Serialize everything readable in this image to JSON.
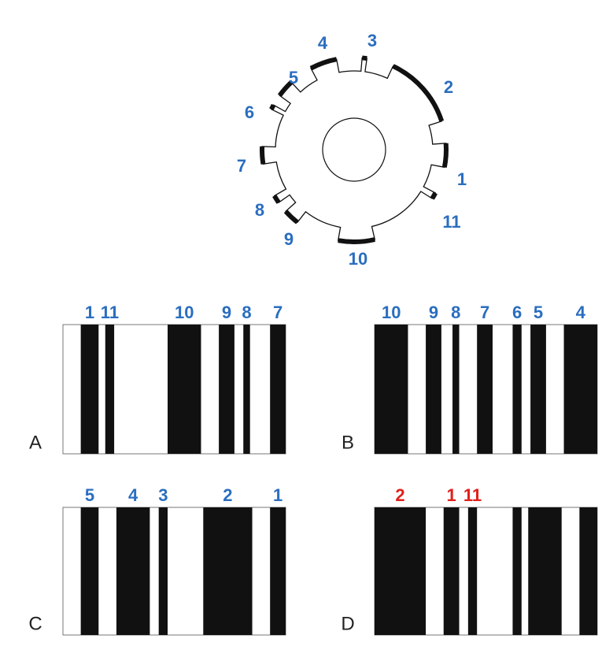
{
  "colors": {
    "label_blue": "#2a6ebf",
    "label_red": "#e0201b",
    "bar": "#111111",
    "outline": "#555555"
  },
  "wheel": {
    "tooth_labels": [
      "1",
      "2",
      "3",
      "4",
      "5",
      "6",
      "7",
      "8",
      "9",
      "10",
      "11"
    ]
  },
  "panels": [
    {
      "letter": "A",
      "labels": [
        {
          "text": "1",
          "color": "blue"
        },
        {
          "text": "11",
          "color": "blue"
        },
        {
          "text": "10",
          "color": "blue"
        },
        {
          "text": "9",
          "color": "blue"
        },
        {
          "text": "8",
          "color": "blue"
        },
        {
          "text": "7",
          "color": "blue"
        }
      ],
      "bars": [
        [
          0.08,
          0.16
        ],
        [
          0.19,
          0.23
        ],
        [
          0.47,
          0.62
        ],
        [
          0.7,
          0.77
        ],
        [
          0.81,
          0.84
        ],
        [
          0.93,
          1.0
        ]
      ]
    },
    {
      "letter": "B",
      "labels": [
        {
          "text": "10",
          "color": "blue"
        },
        {
          "text": "9",
          "color": "blue"
        },
        {
          "text": "8",
          "color": "blue"
        },
        {
          "text": "7",
          "color": "blue"
        },
        {
          "text": "6",
          "color": "blue"
        },
        {
          "text": "5",
          "color": "blue"
        },
        {
          "text": "4",
          "color": "blue"
        }
      ],
      "bars": [
        [
          0.0,
          0.15
        ],
        [
          0.23,
          0.3
        ],
        [
          0.35,
          0.38
        ],
        [
          0.46,
          0.53
        ],
        [
          0.62,
          0.66
        ],
        [
          0.7,
          0.77
        ],
        [
          0.85,
          1.0
        ]
      ]
    },
    {
      "letter": "C",
      "labels": [
        {
          "text": "5",
          "color": "blue"
        },
        {
          "text": "4",
          "color": "blue"
        },
        {
          "text": "3",
          "color": "blue"
        },
        {
          "text": "2",
          "color": "blue"
        },
        {
          "text": "1",
          "color": "blue"
        }
      ],
      "bars": [
        [
          0.08,
          0.16
        ],
        [
          0.24,
          0.39
        ],
        [
          0.43,
          0.47
        ],
        [
          0.63,
          0.85
        ],
        [
          0.93,
          1.0
        ]
      ]
    },
    {
      "letter": "D",
      "labels": [
        {
          "text": "2",
          "color": "red"
        },
        {
          "text": "1",
          "color": "red"
        },
        {
          "text": "11",
          "color": "red"
        }
      ],
      "bars": [
        [
          0.0,
          0.23
        ],
        [
          0.31,
          0.38
        ],
        [
          0.42,
          0.46
        ],
        [
          0.62,
          0.66
        ],
        [
          0.69,
          0.84
        ],
        [
          0.92,
          1.0
        ]
      ]
    }
  ]
}
